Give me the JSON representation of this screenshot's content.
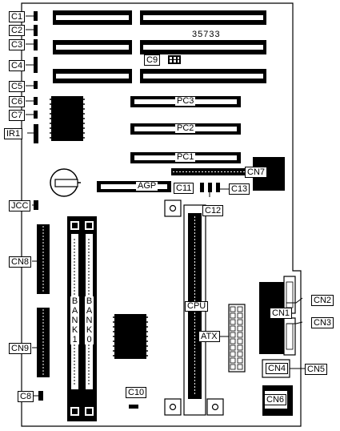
{
  "board_number": "35733",
  "left_labels": {
    "c1": "C1",
    "c2": "C2",
    "c3": "C3",
    "c4": "C4",
    "c5": "C5",
    "c6": "C6",
    "c7": "C7",
    "ir1": "IR1",
    "jcc": "JCC",
    "cn8": "CN8",
    "cn9": "CN9",
    "c8": "C8"
  },
  "slot_labels": {
    "pc3": "PC3",
    "pc2": "PC2",
    "pc1": "PC1",
    "agp": "AGP"
  },
  "center_labels": {
    "c9": "C9",
    "c10": "C10",
    "c11": "C11",
    "c12": "C12",
    "c13": "C13",
    "cn7": "CN7",
    "cpu": "CPU",
    "atx": "ATX"
  },
  "banks": {
    "bank1": "BANK1",
    "bank0": "BANK0"
  },
  "right_labels": {
    "cn1": "CN1",
    "cn2": "CN2",
    "cn3": "CN3",
    "cn4": "CN4",
    "cn5": "CN5",
    "cn6": "CN6"
  },
  "colors": {
    "ink": "#000000",
    "paper": "#ffffff"
  }
}
